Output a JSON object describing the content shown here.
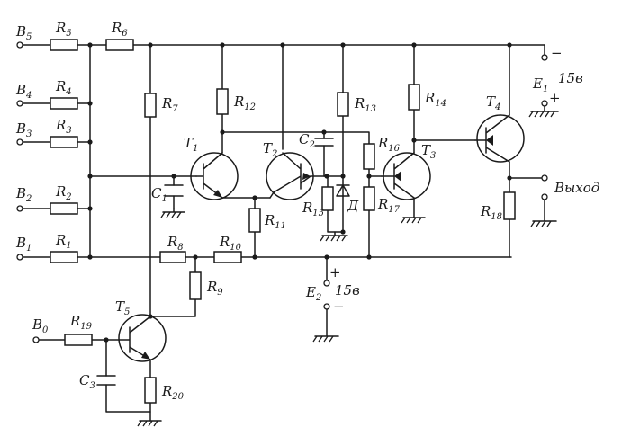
{
  "inputs": [
    {
      "id": "B5",
      "name": "B",
      "sub": "5"
    },
    {
      "id": "B4",
      "name": "B",
      "sub": "4"
    },
    {
      "id": "B3",
      "name": "B",
      "sub": "3"
    },
    {
      "id": "B2",
      "name": "B",
      "sub": "2"
    },
    {
      "id": "B1",
      "name": "B",
      "sub": "1"
    },
    {
      "id": "B0",
      "name": "B",
      "sub": "0"
    }
  ],
  "resistors": [
    {
      "id": "R1",
      "name": "R",
      "sub": "1"
    },
    {
      "id": "R2",
      "name": "R",
      "sub": "2"
    },
    {
      "id": "R3",
      "name": "R",
      "sub": "3"
    },
    {
      "id": "R4",
      "name": "R",
      "sub": "4"
    },
    {
      "id": "R5",
      "name": "R",
      "sub": "5"
    },
    {
      "id": "R6",
      "name": "R",
      "sub": "6"
    },
    {
      "id": "R7",
      "name": "R",
      "sub": "7"
    },
    {
      "id": "R8",
      "name": "R",
      "sub": "8"
    },
    {
      "id": "R9",
      "name": "R",
      "sub": "9"
    },
    {
      "id": "R10",
      "name": "R",
      "sub": "10"
    },
    {
      "id": "R11",
      "name": "R",
      "sub": "11"
    },
    {
      "id": "R12",
      "name": "R",
      "sub": "12"
    },
    {
      "id": "R13",
      "name": "R",
      "sub": "13"
    },
    {
      "id": "R14",
      "name": "R",
      "sub": "14"
    },
    {
      "id": "R15",
      "name": "R",
      "sub": "15"
    },
    {
      "id": "R16",
      "name": "R",
      "sub": "16"
    },
    {
      "id": "R17",
      "name": "R",
      "sub": "17"
    },
    {
      "id": "R18",
      "name": "R",
      "sub": "18"
    },
    {
      "id": "R19",
      "name": "R",
      "sub": "19"
    },
    {
      "id": "R20",
      "name": "R",
      "sub": "20"
    }
  ],
  "capacitors": [
    {
      "id": "C1",
      "name": "C",
      "sub": "1"
    },
    {
      "id": "C2",
      "name": "C",
      "sub": "2"
    },
    {
      "id": "C3",
      "name": "C",
      "sub": "3"
    }
  ],
  "transistors": [
    {
      "id": "T1",
      "name": "T",
      "sub": "1"
    },
    {
      "id": "T2",
      "name": "T",
      "sub": "2"
    },
    {
      "id": "T3",
      "name": "T",
      "sub": "3"
    },
    {
      "id": "T4",
      "name": "T",
      "sub": "4"
    },
    {
      "id": "T5",
      "name": "T",
      "sub": "5"
    }
  ],
  "diode": {
    "id": "D",
    "label": "Д"
  },
  "supplies": {
    "E1": {
      "name": "E",
      "sub": "1",
      "value": "15в",
      "minus": "−",
      "plus": "+"
    },
    "E2": {
      "name": "E",
      "sub": "2",
      "value": "15в",
      "minus": "−",
      "plus": "+"
    }
  },
  "output": {
    "label": "Выход"
  }
}
